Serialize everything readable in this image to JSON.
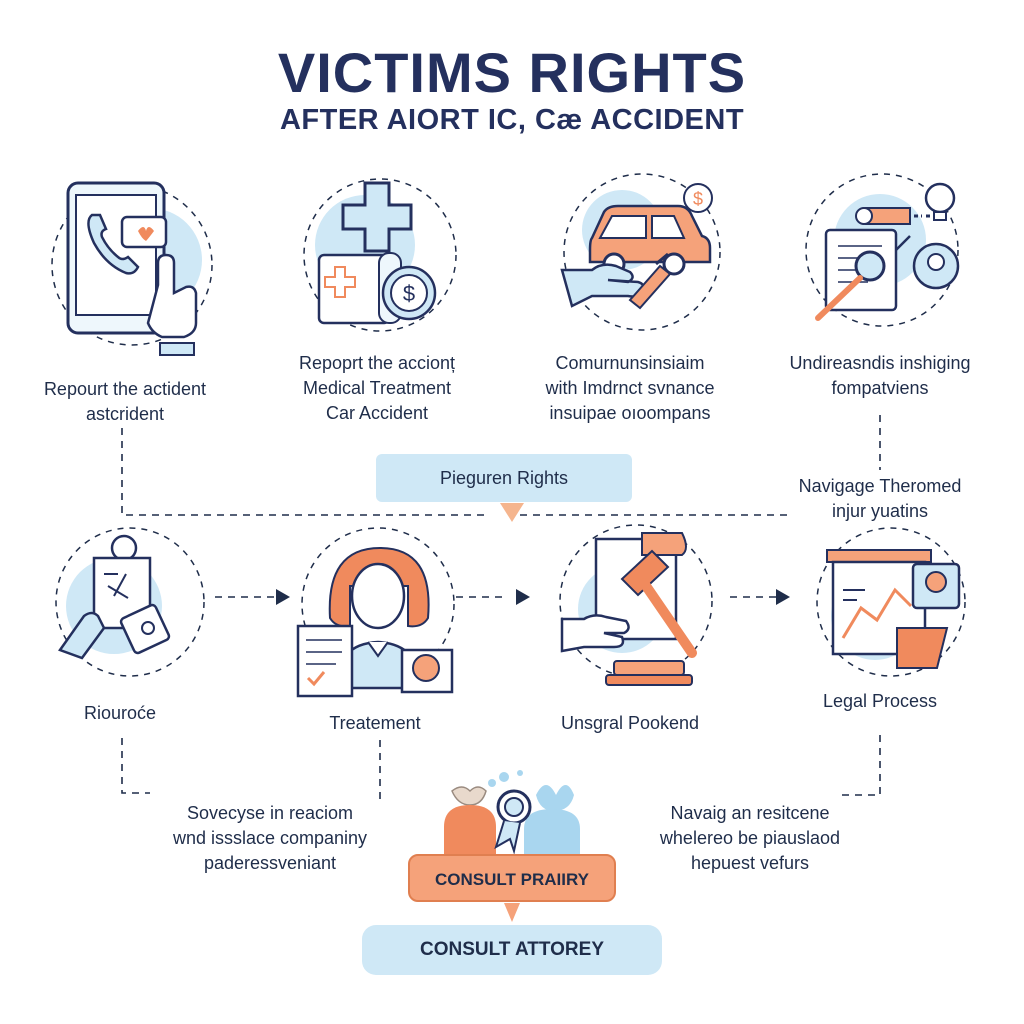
{
  "title": "VICTIMS RIGHTS",
  "subtitle": "AFTER AIORT IC, Cæ ACCIDENT",
  "steps_top": [
    {
      "label_lines": [
        "Repourt the actident",
        "astcrident"
      ],
      "icon": "phone-call-icon"
    },
    {
      "label_lines": [
        "Repoprt the accionț",
        "Medical Treatment",
        "Car Accident"
      ],
      "icon": "medical-cross-icon"
    },
    {
      "label_lines": [
        "Comurnunsinsiaim",
        "with Imdrnct svnance",
        "insuipae oıoompans"
      ],
      "icon": "car-money-icon"
    },
    {
      "label_lines": [
        "Undireasndis inshiging",
        "fompatviens"
      ],
      "icon": "document-magnifier-icon"
    }
  ],
  "center_pill": "Pieguren Rights",
  "navigate_lines": [
    "Navigage Theromed",
    "injur yuatins"
  ],
  "steps_bottom": [
    {
      "label": "Riouroće",
      "icon": "evidence-photo-icon"
    },
    {
      "label": "Treatement",
      "icon": "doctor-icon"
    },
    {
      "label": "Unsgral Pookend",
      "icon": "gavel-icon"
    },
    {
      "label": "Legal Process",
      "icon": "chart-board-icon"
    }
  ],
  "bottom_left_lines": [
    "Sovecyse in reaciom",
    "wnd issslace companiny",
    "paderessveniant"
  ],
  "bottom_right_lines": [
    "Navaig an resitcene",
    "whelereo be piauslaod",
    "hepuest vefurs"
  ],
  "consult_orange": "CONSULT PRAIIRY",
  "consult_blue": "CONSULT ATTOREY",
  "colors": {
    "navy": "#24305e",
    "blue": "#a9d6ef",
    "orange": "#f08a5d"
  }
}
